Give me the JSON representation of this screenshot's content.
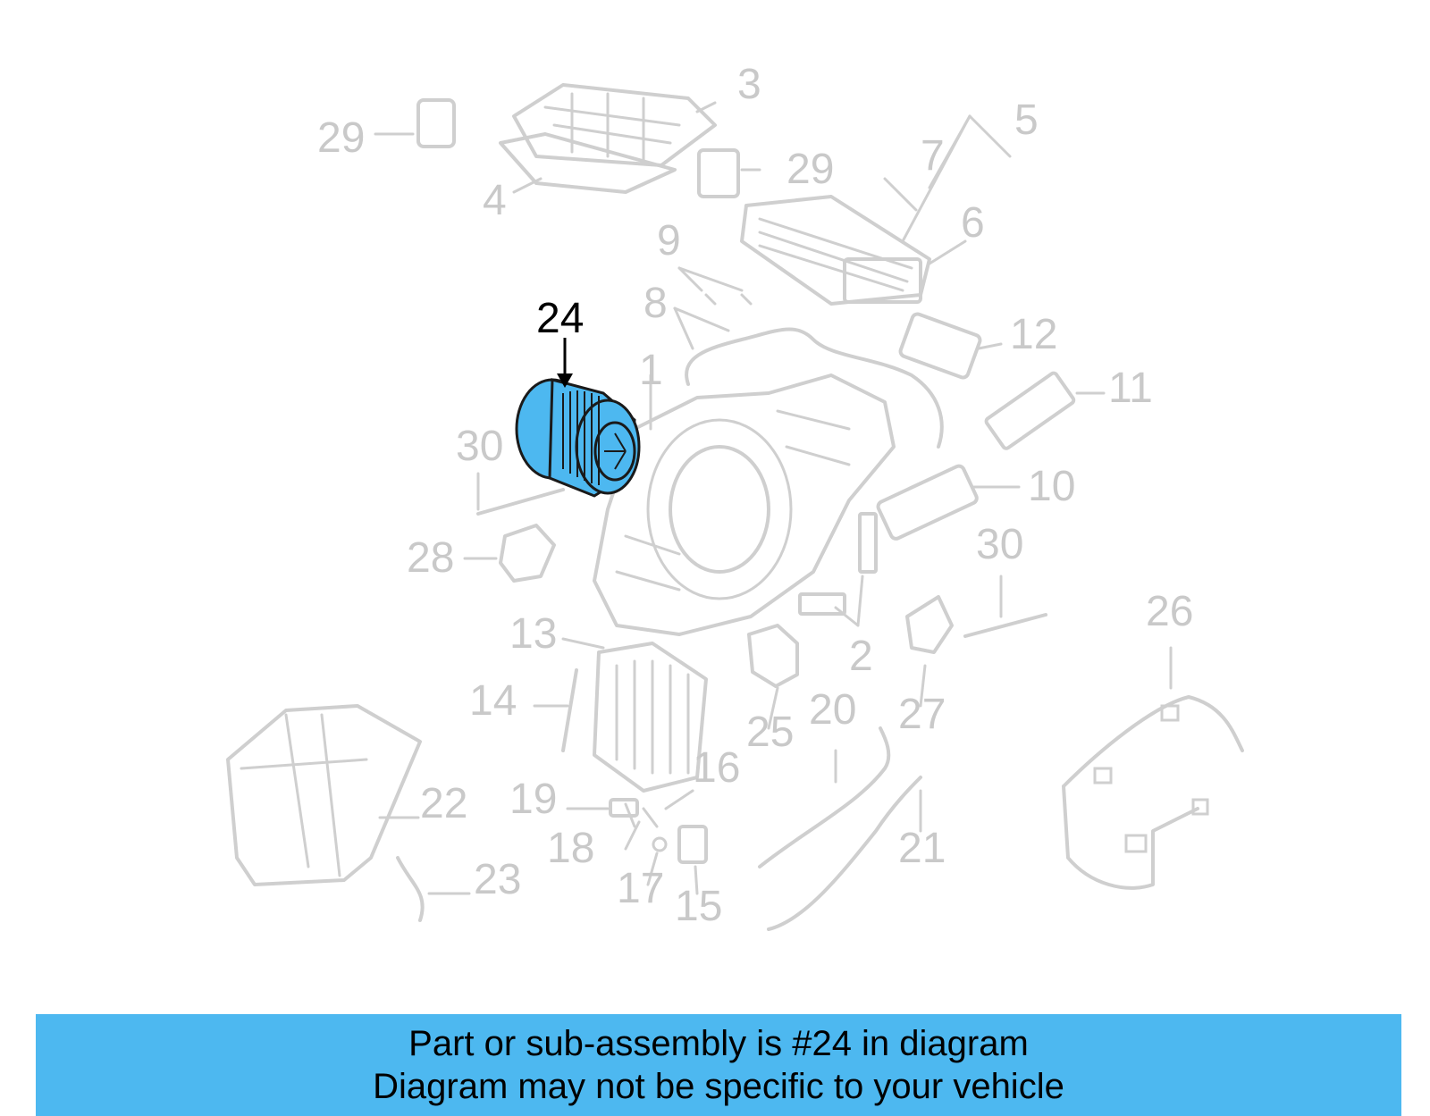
{
  "diagram": {
    "highlighted_part": "24",
    "highlight_color": "#4db8f0",
    "callouts": [
      "1",
      "2",
      "3",
      "4",
      "5",
      "6",
      "7",
      "8",
      "9",
      "10",
      "11",
      "12",
      "13",
      "14",
      "15",
      "16",
      "17",
      "18",
      "19",
      "20",
      "21",
      "22",
      "23",
      "24",
      "25",
      "26",
      "27",
      "28",
      "29",
      "29",
      "30",
      "30"
    ]
  },
  "banner": {
    "line1": "Part or sub-assembly is #24 in diagram",
    "line2": "Diagram may not be specific to your vehicle",
    "color": "#4db8f0"
  }
}
